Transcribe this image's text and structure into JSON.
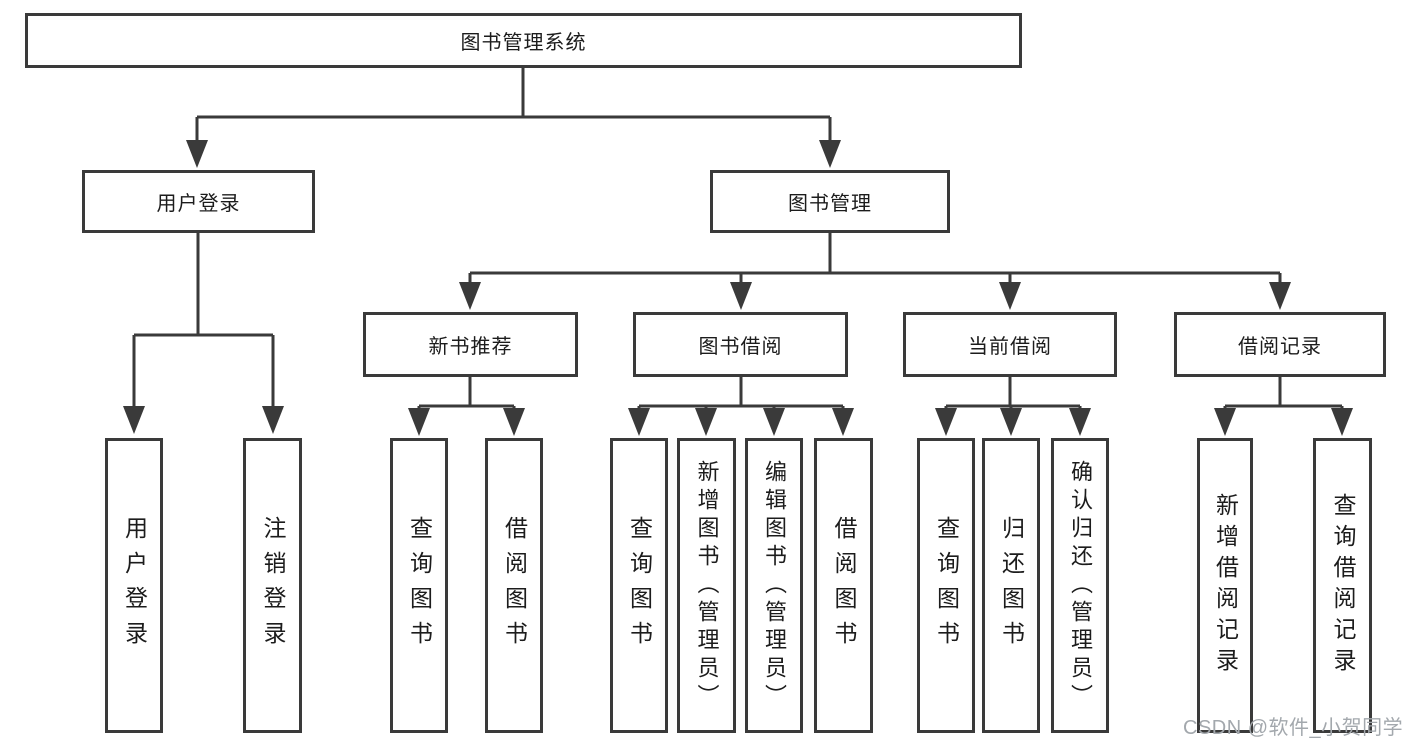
{
  "tree": {
    "root": "图书管理系统",
    "children": [
      {
        "label": "用户登录",
        "children": [
          {
            "label": "用户登录"
          },
          {
            "label": "注销登录"
          }
        ]
      },
      {
        "label": "图书管理",
        "children": [
          {
            "label": "新书推荐",
            "children": [
              {
                "label": "查询图书"
              },
              {
                "label": "借阅图书"
              }
            ]
          },
          {
            "label": "图书借阅",
            "children": [
              {
                "label": "查询图书"
              },
              {
                "label": "新增图书（管理员）"
              },
              {
                "label": "编辑图书（管理员）"
              },
              {
                "label": "借阅图书"
              }
            ]
          },
          {
            "label": "当前借阅",
            "children": [
              {
                "label": "查询图书"
              },
              {
                "label": "归还图书"
              },
              {
                "label": "确认归还（管理员）"
              }
            ]
          },
          {
            "label": "借阅记录",
            "children": [
              {
                "label": "新增借阅记录"
              },
              {
                "label": "查询借阅记录"
              }
            ]
          }
        ]
      }
    ]
  },
  "watermark": {
    "text": "CSDN @软件_小贺同学"
  },
  "colors": {
    "line": "#3a3a3a",
    "text": "#1c1c1c",
    "watermark": "#a3a8ad"
  }
}
